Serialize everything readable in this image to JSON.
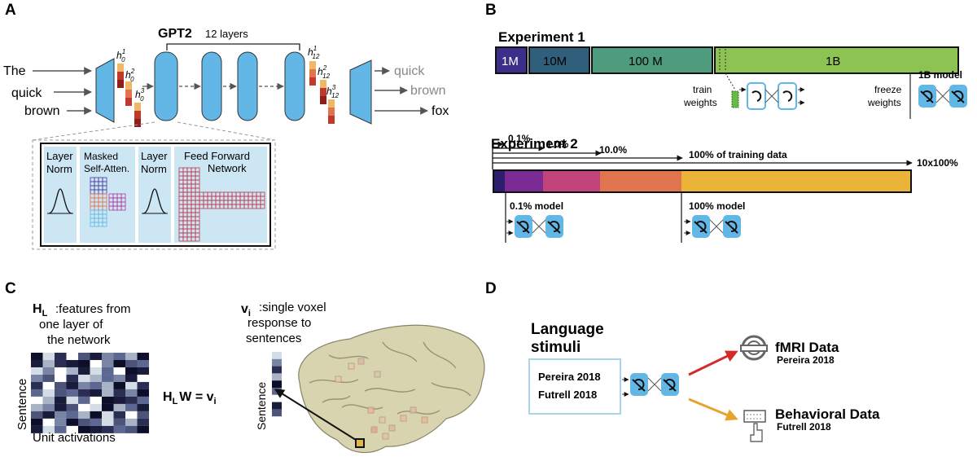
{
  "panel_a": {
    "letter": "A",
    "title": "GPT2",
    "layers_label": "12 layers",
    "inputs": [
      "The",
      "quick",
      "brown"
    ],
    "outputs": [
      "quick",
      "brown",
      "fox"
    ],
    "hidden_in": [
      "h",
      "h",
      "h"
    ],
    "hidden_in_sup": [
      "1",
      "2",
      "3"
    ],
    "hidden_in_sub": "0",
    "hidden_out": [
      "h",
      "h",
      "h"
    ],
    "hidden_out_sup": [
      "1",
      "2",
      "3"
    ],
    "hidden_out_sub": "12",
    "block_labels": {
      "layer_norm_1": [
        "Layer",
        "Norm"
      ],
      "attention": [
        "Masked",
        "Self-Atten."
      ],
      "layer_norm_2": [
        "Layer",
        "Norm"
      ],
      "ffn": [
        "Feed Forward",
        "Network"
      ]
    }
  },
  "panel_b": {
    "letter": "B",
    "exp1_title": "Experiment 1",
    "exp1_segments": [
      {
        "label": "1M",
        "color": "#3b2f8a"
      },
      {
        "label": "10M",
        "color": "#2f5f7a"
      },
      {
        "label": "100 M",
        "color": "#4e9c7d"
      },
      {
        "label": "1B",
        "color": "#8dc353"
      }
    ],
    "train_weights": [
      "train",
      "weights"
    ],
    "freeze_weights": [
      "freeze",
      "weights"
    ],
    "model_1b": "1B model",
    "exp2_title": "Experiment 2",
    "exp2_fractions": [
      "0.1%",
      "1.0%",
      "10.0%",
      "100% of training data",
      "10x100%"
    ],
    "exp2_colors": [
      "#2b1e6e",
      "#7a2a94",
      "#c0437a",
      "#e0744e",
      "#ebb439"
    ],
    "model_01": "0.1% model",
    "model_100": "100% model"
  },
  "panel_c": {
    "letter": "C",
    "hl_symbol": "H",
    "hl_sub": "L",
    "hl_desc": [
      ":features from",
      "one layer of",
      "the network"
    ],
    "vi_symbol": "v",
    "vi_sub": "i",
    "vi_desc": [
      ":single voxel",
      "response to",
      "sentences"
    ],
    "equation": "H",
    "eq_sub": "L",
    "eq_rest": "W = v",
    "eq_sub2": "i",
    "sentence_label": "Sentence",
    "unit_label": "Unit activations",
    "sentence_label_2": "Sentence"
  },
  "panel_d": {
    "letter": "D",
    "stimuli_title": [
      "Language",
      "stimuli"
    ],
    "stimuli_items": [
      "Pereira 2018",
      "Futrell 2018"
    ],
    "fmri_title": "fMRI Data",
    "fmri_sub": "Pereira 2018",
    "behav_title": "Behavioral Data",
    "behav_sub": "Futrell 2018",
    "fmri_arrow_color": "#d42a2a",
    "behav_arrow_color": "#e3a52c"
  },
  "icons": {
    "model_block": "neural-network-icon",
    "brain": "brain-icon",
    "fmri": "fmri-scanner-icon",
    "keyboard": "keyboard-hand-icon"
  }
}
